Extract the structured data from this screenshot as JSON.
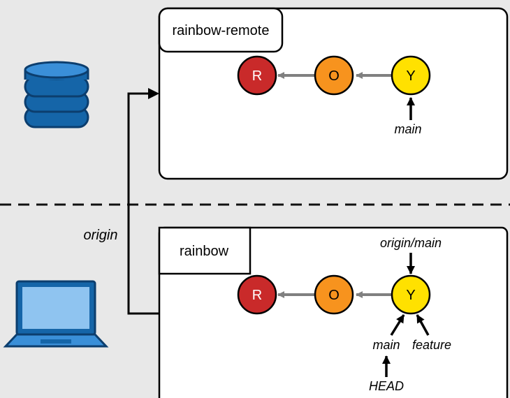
{
  "remote": {
    "title": "rainbow-remote",
    "commits": [
      {
        "label": "R",
        "color": "#c92a2a"
      },
      {
        "label": "O",
        "color": "#f7931e"
      },
      {
        "label": "Y",
        "color": "#ffe100"
      }
    ],
    "refs": {
      "main": "main"
    }
  },
  "local": {
    "title": "rainbow",
    "commits": [
      {
        "label": "R",
        "color": "#c92a2a"
      },
      {
        "label": "O",
        "color": "#f7931e"
      },
      {
        "label": "Y",
        "color": "#ffe100"
      }
    ],
    "refs": {
      "origin_main": "origin/main",
      "main": "main",
      "feature": "feature",
      "head": "HEAD"
    }
  },
  "connection": {
    "label": "origin"
  },
  "icons": {
    "server": "database-icon",
    "client": "laptop-icon"
  },
  "colors": {
    "arrow_gray": "#808080",
    "ref_arrow": "#000000",
    "divider": "#111111",
    "icon_blue": "#1565a8",
    "icon_light_blue": "#3a8fd8"
  }
}
